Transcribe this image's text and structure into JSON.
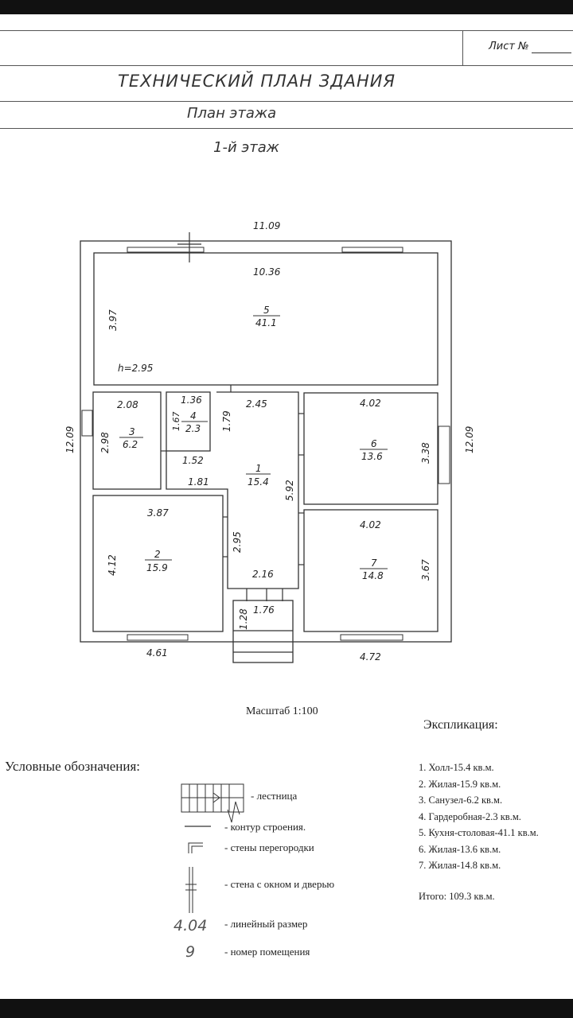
{
  "header": {
    "sheet_label": "Лист №",
    "title": "ТЕХНИЧЕСКИЙ ПЛАН ЗДАНИЯ",
    "subtitle": "План этажа",
    "floor": "1-й этаж"
  },
  "plan": {
    "outer_dims": {
      "top": "11.09",
      "left": "12.09",
      "right": "12.09",
      "bottom_left": "4.61",
      "bottom_right": "4.72"
    },
    "ceiling_height": "h=2.95",
    "rooms": [
      {
        "number": "5",
        "area": "41.1",
        "dims": [
          "10.36",
          "3.97"
        ]
      },
      {
        "number": "3",
        "area": "6.2",
        "dims": [
          "2.08",
          "2.98"
        ]
      },
      {
        "number": "4",
        "area": "2.3",
        "dims": [
          "1.36",
          "1.67"
        ]
      },
      {
        "number": "1",
        "area": "15.4",
        "dims": [
          "2.45",
          "1.79",
          "1.52",
          "1.81",
          "5.92",
          "2.95",
          "2.16"
        ]
      },
      {
        "number": "6",
        "area": "13.6",
        "dims": [
          "4.02",
          "3.38"
        ]
      },
      {
        "number": "2",
        "area": "15.9",
        "dims": [
          "3.87",
          "4.12"
        ]
      },
      {
        "number": "7",
        "area": "14.8",
        "dims": [
          "4.02",
          "3.67"
        ]
      }
    ],
    "porch_dims": [
      "1.76",
      "1.28"
    ]
  },
  "scale": "Масштаб 1:100",
  "legend": {
    "title": "Условные обозначения:",
    "items": [
      {
        "icon": "stairs-icon",
        "label": "- лестница"
      },
      {
        "icon": "outline-icon",
        "label": "- контур строения."
      },
      {
        "icon": "partition-icon",
        "label": "- стены перегородки"
      },
      {
        "icon": "window-door-wall-icon",
        "label": "- стена с окном и дверью"
      },
      {
        "icon": "dimension-sample",
        "label": "- линейный размер",
        "sample": "4.04"
      },
      {
        "icon": "room-number-sample",
        "label": "- номер помещения",
        "sample": "9"
      }
    ]
  },
  "explication": {
    "title": "Экспликация:",
    "items": [
      "1. Холл-15.4 кв.м.",
      "2. Жилая-15.9 кв.м.",
      "3. Санузел-6.2 кв.м.",
      "4. Гардеробная-2.3 кв.м.",
      "5. Кухня-столовая-41.1 кв.м.",
      "6. Жилая-13.6 кв.м.",
      "7. Жилая-14.8 кв.м."
    ],
    "total": "Итого: 109.3 кв.м."
  }
}
